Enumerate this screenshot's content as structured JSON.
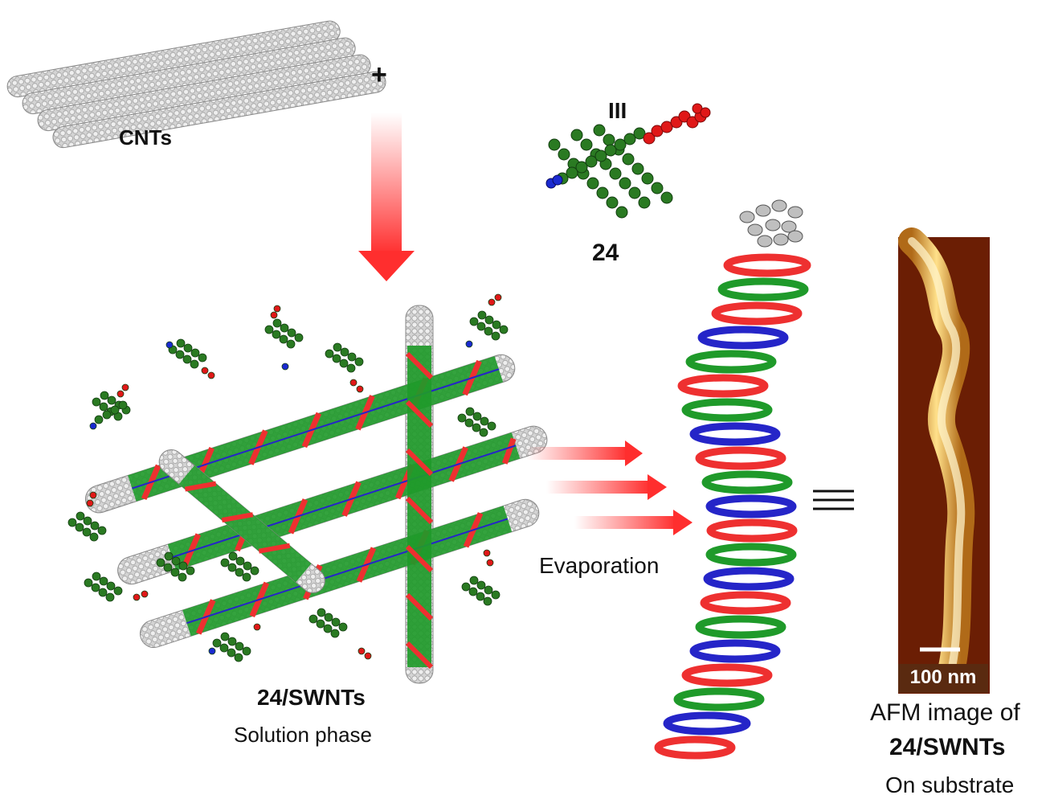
{
  "labels": {
    "cnts": "CNTs",
    "plus": "+",
    "iii": "III",
    "compound": "24",
    "evaporation": "Evaporation",
    "complex": "24/SWNTs",
    "solution_phase": "Solution phase",
    "afm_line1": "AFM image of",
    "afm_line2": "24/SWNTs",
    "afm_line3": "On substrate",
    "scale_bar": "100 nm"
  },
  "colors": {
    "tube": "#d9d9d9",
    "wrap_green": "#1f9a2a",
    "wrap_red": "#ee3030",
    "wrap_blue": "#2525c8",
    "arrow_red": "#ff3b3b",
    "molecule_green": "#2a7a22",
    "molecule_red": "#e01818",
    "molecule_blue": "#1a2ad0",
    "afm_background": "#6b1e04",
    "afm_strand": "#f2c45a"
  },
  "symbols": {
    "equivalence": "three-bar-equivalence-icon"
  }
}
